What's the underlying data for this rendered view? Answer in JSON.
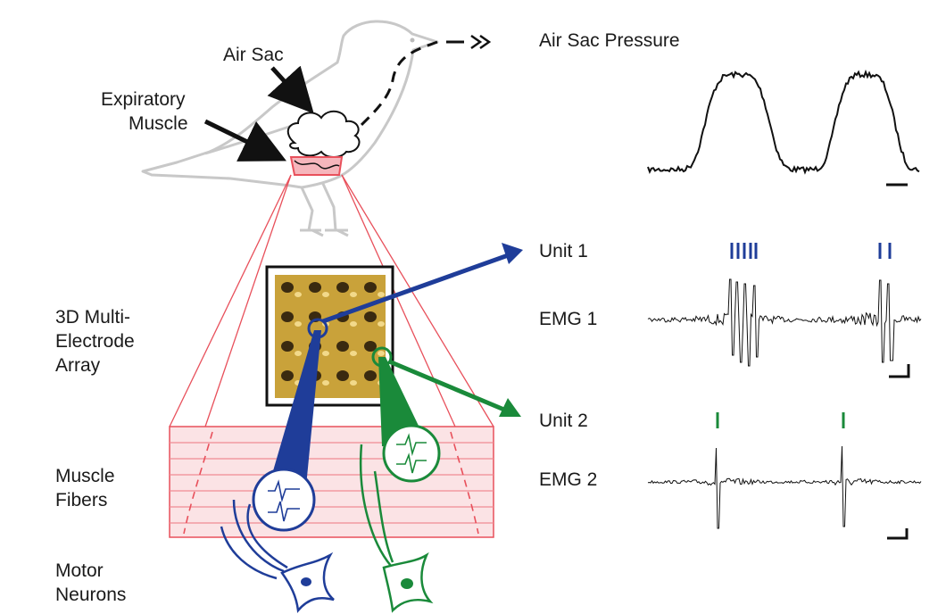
{
  "labels": {
    "air_sac": "Air Sac",
    "expiratory_muscle": [
      "Expiratory",
      "Muscle"
    ],
    "electrode_array": [
      "3D Multi-",
      "Electrode",
      "Array"
    ],
    "muscle_fibers": [
      "Muscle",
      "Fibers"
    ],
    "motor_neurons": [
      "Motor",
      "Neurons"
    ]
  },
  "traces": {
    "air_sac_pressure": "Air Sac Pressure",
    "unit1": "Unit 1",
    "emg1": "EMG 1",
    "unit2": "Unit 2",
    "emg2": "EMG 2"
  },
  "colors": {
    "unit1": "#1f3d99",
    "unit2": "#1a8a3a",
    "muscle": "#e8505b",
    "muscle_fill": "#fbe3e5",
    "bird": "#c8c8c8",
    "array_gold": "#c9a23a"
  }
}
